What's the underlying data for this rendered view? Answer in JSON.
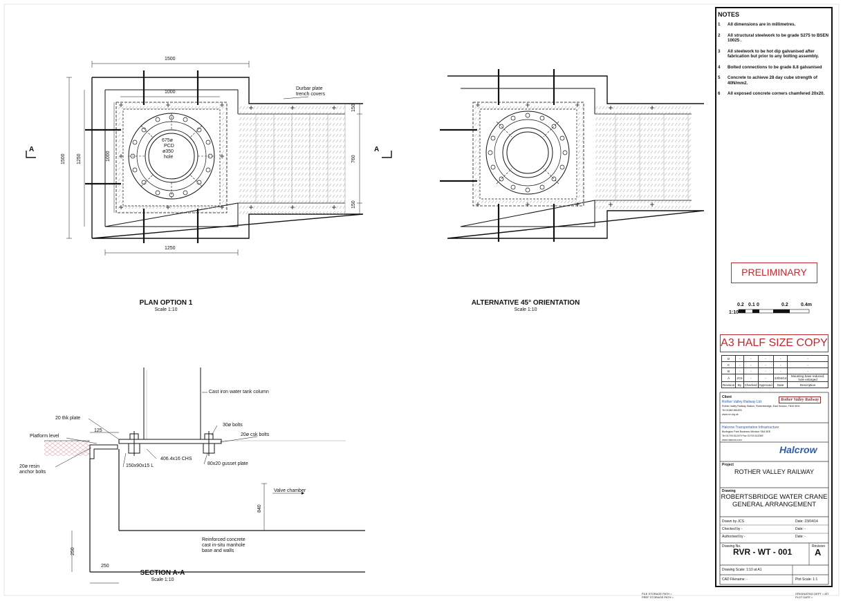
{
  "notes": {
    "title": "NOTES",
    "items": [
      {
        "n": "1",
        "text": "All dimensions are in millimetres."
      },
      {
        "n": "2",
        "text": "All structural steelwork to be grade S275 to BSEN 10025 ."
      },
      {
        "n": "3",
        "text": "All steelwork to be hot dip galvanised after fabrication but prior to any bolting assembly."
      },
      {
        "n": "4",
        "text": "Bolted connections to be grade 8.8 galvanised"
      },
      {
        "n": "5",
        "text": "Concrete to achieve 28 day cube strength of 40N/mm2."
      },
      {
        "n": "6",
        "text": "All exposed concrete corners chamfered 20x20."
      }
    ]
  },
  "plan1": {
    "title": "PLAN OPTION 1",
    "scale": "Scale 1:10",
    "dim_top": "1500",
    "dim_inner": "1000",
    "dim_bottom": "1250",
    "dim_left_outer": "1500",
    "dim_left_mid": "1250",
    "dim_left_inner": "1000",
    "dim_right_top": "150",
    "dim_right_mid": "760",
    "dim_right_bot": "150",
    "trench_label": "Durbar plate trench covers",
    "pcd_1": "675ø",
    "pcd_2": "PCD",
    "pcd_3": "ø350",
    "pcd_4": "hole",
    "section_left": "A",
    "section_right": "A"
  },
  "plan2": {
    "title": "ALTERNATIVE 45° ORIENTATION",
    "scale": "Scale 1:10"
  },
  "section": {
    "title": "SECTION A-A",
    "scale": "Scale 1:10",
    "col_label": "Cast iron water tank column",
    "plate": "20 thk plate",
    "platform": "Platform level",
    "anchor": "20ø resin anchor bolts",
    "bolts": "30ø bolts",
    "csk": "20ø csk bolts",
    "chs": "406.4x16 CHS",
    "angle": "150x90x15 L",
    "gusset": "80x20 gusset plate",
    "valve": "Valve chamber",
    "concrete_1": "Reinforced concrete",
    "concrete_2": "cast in-situ manhole",
    "concrete_3": "base and walls",
    "dim_125": "125",
    "dim_840": "840",
    "dim_250v": "250",
    "dim_250h": "250"
  },
  "titleblock": {
    "preliminary": "PRELIMINARY",
    "scale_bar": {
      "labels": [
        "0.2",
        "0.1",
        "0",
        "0.2",
        "0.4m"
      ],
      "ratio": "1:10"
    },
    "a3": "A3 HALF SIZE COPY",
    "revisions": [
      [
        "D",
        "-",
        "-",
        "-",
        "-",
        "-"
      ],
      [
        "C",
        "-",
        "-",
        "-",
        "-",
        "-"
      ],
      [
        "B",
        "-",
        "-",
        "-",
        "-",
        "-"
      ],
      [
        "A",
        "JCS",
        "-",
        "-",
        "23/04/14",
        "Mounting base reduced, hole enlarged"
      ]
    ],
    "rev_headers": [
      "Revision",
      "By",
      "Checked",
      "Approved",
      "Date",
      "Description"
    ],
    "client_label": "Client",
    "client_name": "Rother Valley Railway Ltd",
    "client_addr": "Rother Valley Railway Station, Robertsbridge, East Sussex, TN32 5DG",
    "client_tel": "Tel 01580 881833",
    "client_web": "www.rvr.org.uk",
    "client_logo": "Rother Valley Railway",
    "contractor_name": "Halcrow Transportation Infrastructure",
    "contractor_addr": "Burlington Park Business Windsor SN4 5EE",
    "contractor_tel": "Tel 01793 812479 Fax 01793 812089",
    "contractor_web": "www.halcrow.com",
    "halcrow": "Halcrow",
    "project_label": "Project",
    "project": "ROTHER VALLEY RAILWAY",
    "drawing_label": "Drawing",
    "drawing_1": "ROBERTSBRIDGE WATER CRANE",
    "drawing_2": "GENERAL ARRANGEMENT",
    "drawn_by": "Drawn by JCS",
    "drawn_date": "Date: 23/04/14",
    "checked_by": "Checked by -",
    "checked_date": "Date: -",
    "authorised_by": "Authorised by -",
    "authorised_date": "Date: -",
    "drawing_no_label": "Drawing No.",
    "revision_label": "Revision",
    "drawing_no": "RVR - WT - 001",
    "revision": "A",
    "drawing_scale": "Drawing Scale: 1:10 at A1",
    "cad_filename": "CAD Filename: -",
    "plot_scale": "Plot Scale: 1:1"
  },
  "footer": {
    "f1": "FILE STORAGE PATH =",
    "f2": "PREF STORAGE PATH =",
    "f3": "ORIGINATING DEPT = ATI",
    "f4": "PLOT DATE ="
  }
}
